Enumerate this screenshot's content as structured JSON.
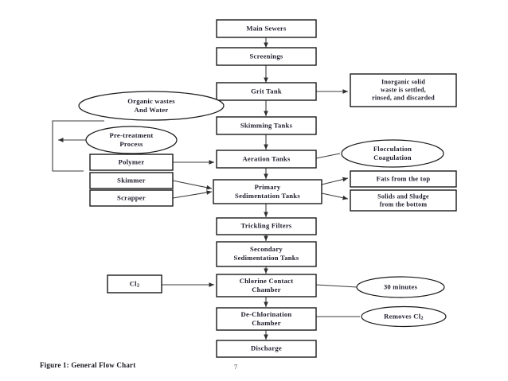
{
  "figure": {
    "caption": "Figure 1: General Flow Chart",
    "page_number": "7"
  },
  "colors": {
    "box_stroke": "#1a1a1a",
    "edge_stroke": "#3b3b3b",
    "text": "#1b1b2a",
    "background": "#ffffff"
  },
  "chart_data": {
    "type": "diagram",
    "title": "Figure 1: General Flow Chart",
    "orientation": "top-to-bottom",
    "main_chain": [
      "Main Sewers",
      "Screenings",
      "Grit Tank",
      "Skimming Tanks",
      "Aeration Tanks",
      "Primary Sedimentation Tanks",
      "Trickling Filters",
      "Secondary Sedimentation Tanks",
      "Chlorine Contact Chamber",
      "De-Chlorination Chamber",
      "Discharge"
    ]
  },
  "nodes": {
    "main_sewers": {
      "label": "Main Sewers",
      "shape": "rect"
    },
    "screenings": {
      "label": "Screenings",
      "shape": "rect"
    },
    "grit_tank": {
      "label": "Grit Tank",
      "shape": "rect"
    },
    "skimming_tanks": {
      "label": "Skimming Tanks",
      "shape": "rect"
    },
    "aeration_tanks": {
      "label": "Aeration Tanks",
      "shape": "rect"
    },
    "primary_sedimentation_line1": {
      "label": "Primary",
      "shape": "rect"
    },
    "primary_sedimentation_line2": {
      "label": "Sedimentation Tanks",
      "shape": "rect"
    },
    "trickling_filters": {
      "label": "Trickling Filters",
      "shape": "rect"
    },
    "secondary_sedimentation_line1": {
      "label": "Secondary",
      "shape": "rect"
    },
    "secondary_sedimentation_line2": {
      "label": "Sedimentation Tanks",
      "shape": "rect"
    },
    "chlorine_contact_line1": {
      "label": "Chlorine Contact",
      "shape": "rect"
    },
    "chlorine_contact_line2": {
      "label": "Chamber",
      "shape": "rect"
    },
    "dechlorination_line1": {
      "label": "De-Chlorination",
      "shape": "rect"
    },
    "dechlorination_line2": {
      "label": "Chamber",
      "shape": "rect"
    },
    "discharge": {
      "label": "Discharge",
      "shape": "rect"
    },
    "inorganic_line1": {
      "label": "Inorganic solid",
      "shape": "rect"
    },
    "inorganic_line2": {
      "label": "waste is settled,",
      "shape": "rect"
    },
    "inorganic_line3": {
      "label": "rinsed, and discarded",
      "shape": "rect"
    },
    "fats_top": {
      "label": "Fats from the top",
      "shape": "rect"
    },
    "solids_sludge_line1": {
      "label": "Solids and Sludge",
      "shape": "rect"
    },
    "solids_sludge_line2": {
      "label": "from the bottom",
      "shape": "rect"
    },
    "polymer": {
      "label": "Polymer",
      "shape": "rect"
    },
    "skimmer": {
      "label": "Skimmer",
      "shape": "rect"
    },
    "scrapper": {
      "label": "Scrapper",
      "shape": "rect"
    },
    "chlorine_gas": {
      "label": "Cl",
      "subscript": "2",
      "shape": "rect"
    },
    "organic_wastes_line1": {
      "label": "Organic wastes",
      "shape": "ellipse"
    },
    "organic_wastes_line2": {
      "label": "And Water",
      "shape": "ellipse"
    },
    "pretreatment_line1": {
      "label": "Pre-treatment",
      "shape": "ellipse"
    },
    "pretreatment_line2": {
      "label": "Process",
      "shape": "ellipse"
    },
    "flocculation_line1": {
      "label": "Flocculation",
      "shape": "ellipse"
    },
    "flocculation_line2": {
      "label": "Coagulation",
      "shape": "ellipse"
    },
    "thirty_minutes": {
      "label": "30 minutes",
      "shape": "ellipse"
    },
    "removes_cl2": {
      "label": "Removes Cl",
      "subscript": "2",
      "shape": "ellipse"
    }
  }
}
